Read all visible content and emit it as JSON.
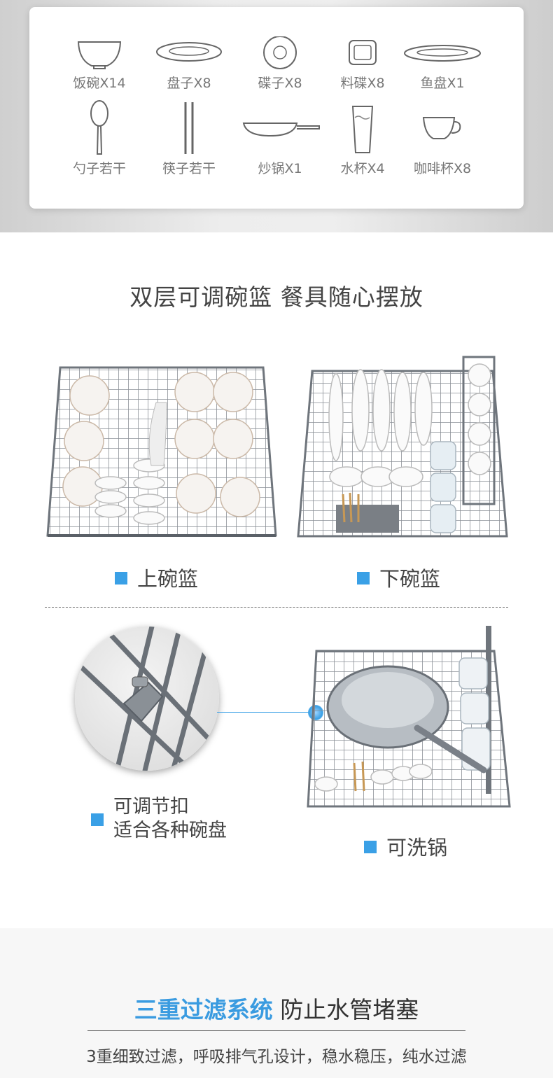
{
  "tableware": {
    "items": [
      {
        "label": "饭碗X14",
        "icon": "bowl-icon"
      },
      {
        "label": "盘子X8",
        "icon": "plate-icon"
      },
      {
        "label": "碟子X8",
        "icon": "saucer-icon"
      },
      {
        "label": "料碟X8",
        "icon": "sauce-dish-icon"
      },
      {
        "label": "鱼盘X1",
        "icon": "fish-plate-icon"
      },
      {
        "label": "勺子若干",
        "icon": "spoon-icon"
      },
      {
        "label": "筷子若干",
        "icon": "chopsticks-icon"
      },
      {
        "label": "炒锅X1",
        "icon": "wok-icon"
      },
      {
        "label": "水杯X4",
        "icon": "water-cup-icon"
      },
      {
        "label": "咖啡杯X8",
        "icon": "coffee-cup-icon"
      }
    ]
  },
  "basket_section": {
    "title": "双层可调碗篮 餐具随心摆放",
    "upper_caption": "上碗篮",
    "lower_caption": "下碗篮",
    "clip_caption_line1": "可调节扣",
    "clip_caption_line2": "适合各种碗盘",
    "wok_caption": "可洗锅"
  },
  "filter_section": {
    "title_highlight": "三重过滤系统",
    "title_rest": " 防止水管堵塞",
    "subtitle": "3重细致过滤，呼吸排气孔设计，稳水稳压，纯水过滤"
  },
  "colors": {
    "accent": "#3aa0e6",
    "text": "#444444",
    "label": "#777777"
  }
}
